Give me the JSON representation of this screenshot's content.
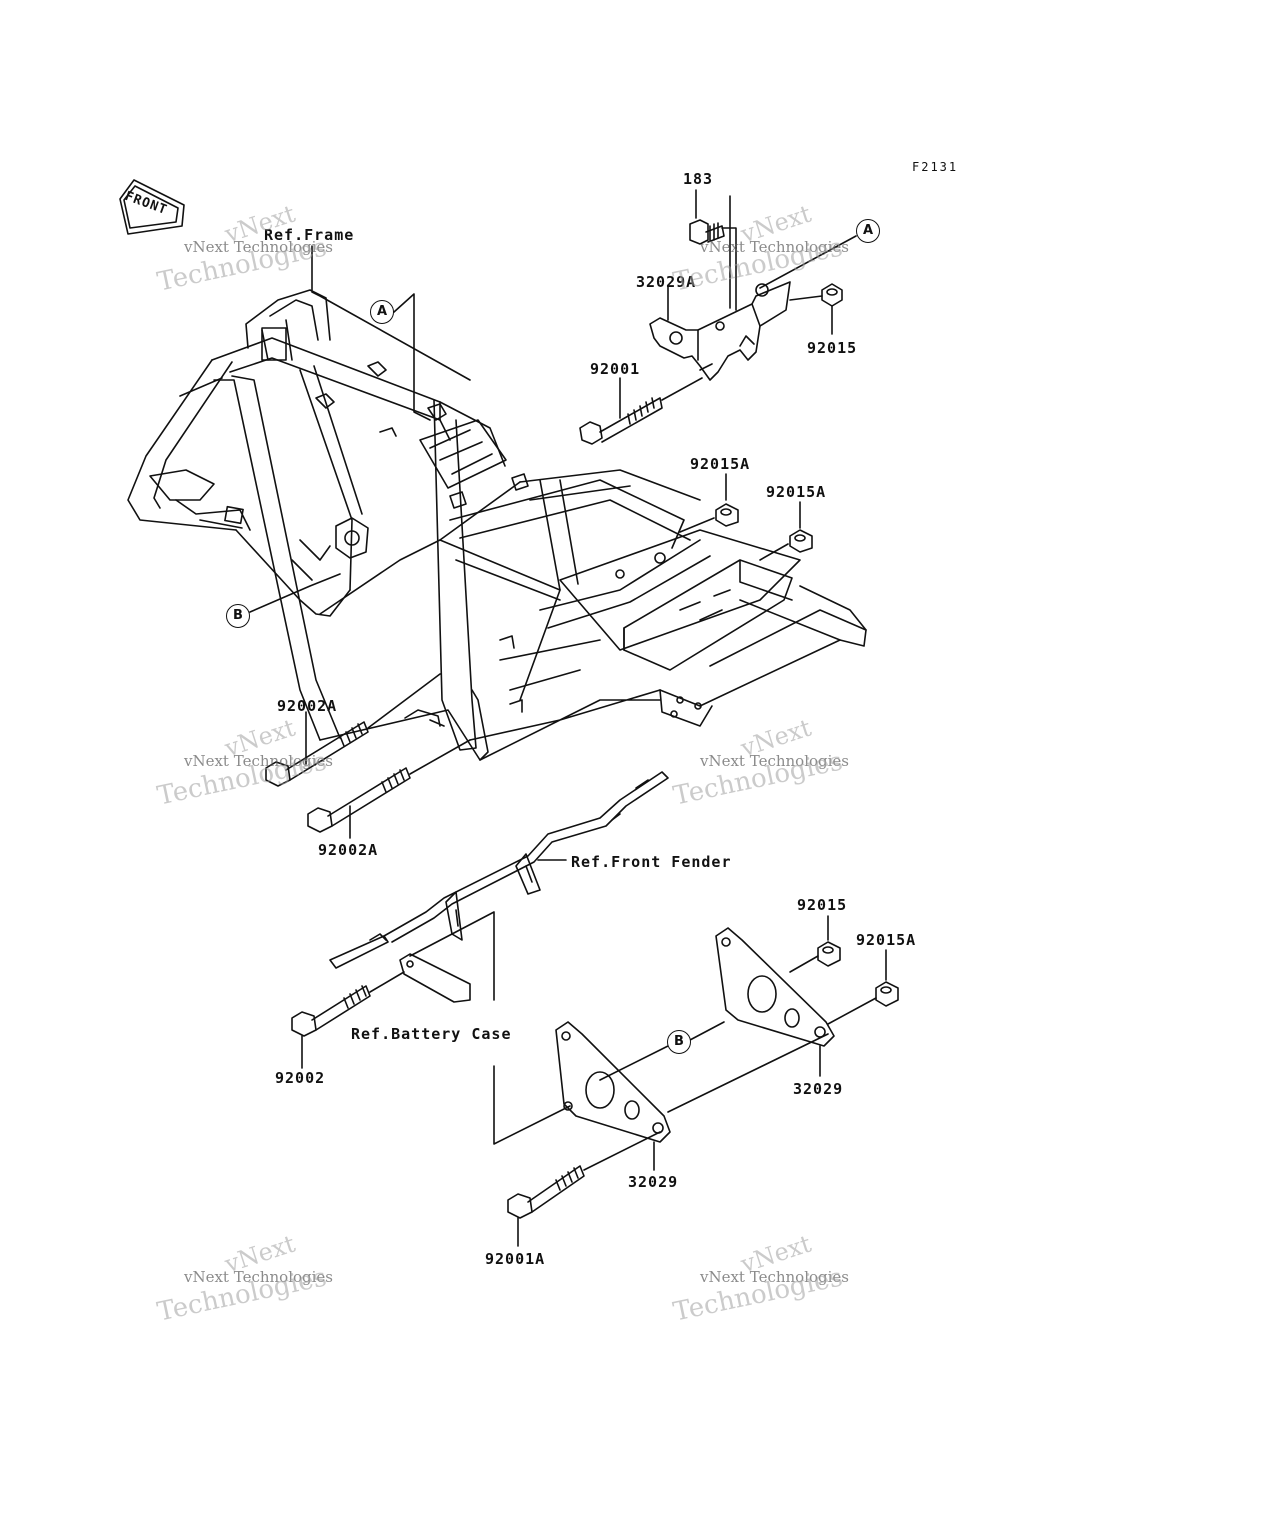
{
  "figure_code": "F2131",
  "front_arrow_label": "FRONT",
  "watermark": {
    "line1": "vNext",
    "line2": "vNext Technologies",
    "line3": "Technologies"
  },
  "refs": {
    "frame": "Ref.Frame",
    "front_fender": "Ref.Front Fender",
    "battery_case": "Ref.Battery Case"
  },
  "callouts": {
    "a": "A",
    "b": "B"
  },
  "parts": {
    "p183": "183",
    "p32029A": "32029A",
    "p92015_top": "92015",
    "p92001": "92001",
    "p92015A_1": "92015A",
    "p92015A_2": "92015A",
    "p92002A_1": "92002A",
    "p92002A_2": "92002A",
    "p92015_bottom": "92015",
    "p92015A_3": "92015A",
    "p92002": "92002",
    "p32029_right": "32029",
    "p32029_left": "32029",
    "p92001A": "92001A"
  }
}
